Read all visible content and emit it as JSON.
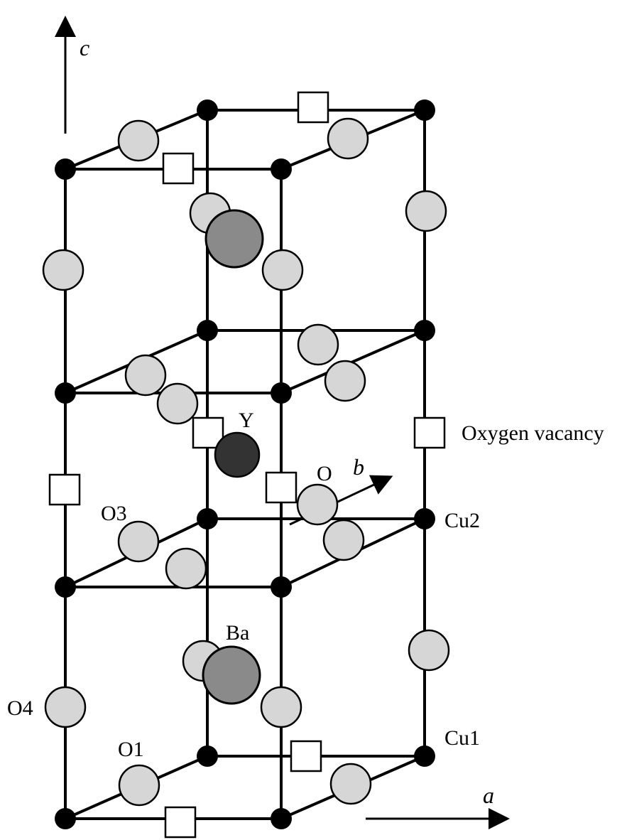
{
  "labels": {
    "c_axis": "c",
    "b_axis": "b",
    "a_axis": "a",
    "Y": "Y",
    "Ba": "Ba",
    "O": "O",
    "O1": "O1",
    "O3": "O3",
    "O4": "O4",
    "Cu1": "Cu1",
    "Cu2": "Cu2",
    "legend_vacancy": "Oxygen vacancy"
  },
  "colors": {
    "oxygen_fill": "#d6d6d6",
    "copper_fill": "#000000",
    "ba_fill": "#8a8a8a",
    "y_fill": "#333333"
  }
}
